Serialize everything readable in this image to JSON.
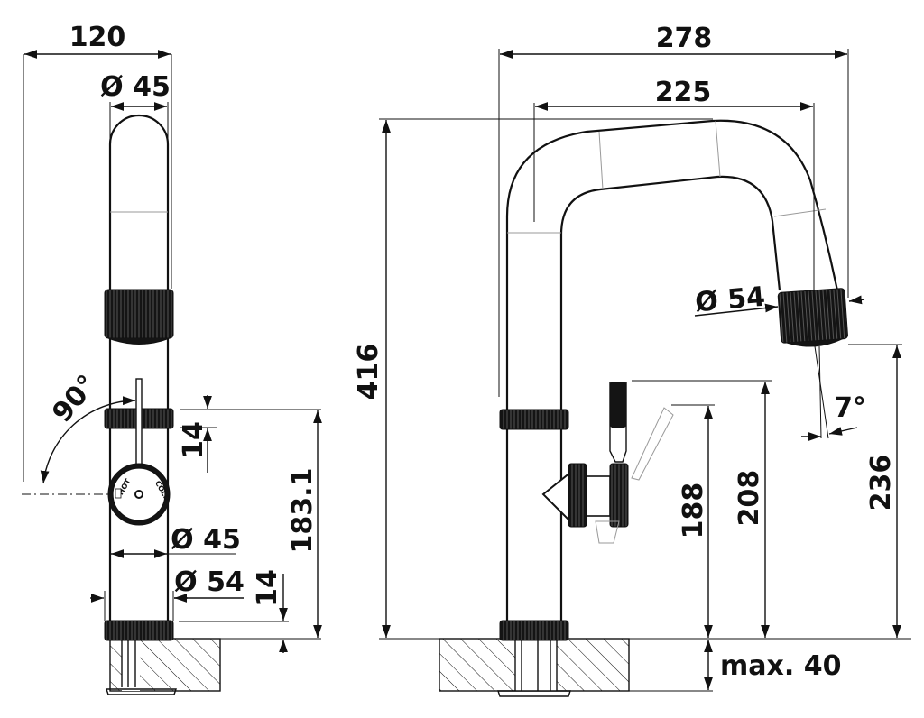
{
  "dimensions": {
    "width_120": "120",
    "diam_45_top": "Ø 45",
    "angle_90": "90°",
    "dim_14_upper": "14",
    "dim_183": "183.1",
    "diam_45_low": "Ø 45",
    "diam_54_low": "Ø 54",
    "dim_14_lower": "14",
    "height_416": "416",
    "width_278": "278",
    "width_225": "225",
    "diam_54_spout": "Ø 54",
    "angle_7": "7°",
    "height_188": "188",
    "height_208": "208",
    "height_236": "236",
    "max_40": "max. 40"
  },
  "knob_labels": {
    "hot": "HOT",
    "cold": "COLD"
  }
}
